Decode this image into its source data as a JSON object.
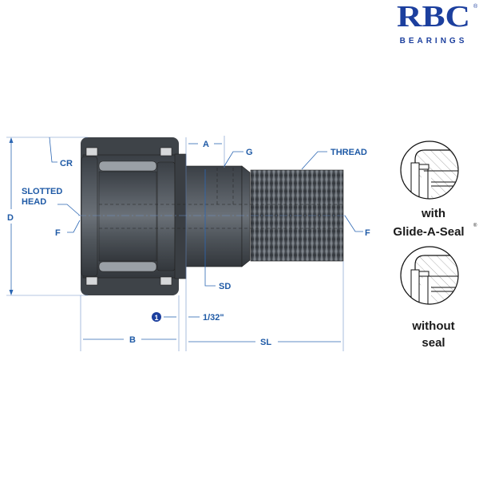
{
  "logo": {
    "text": "RBC",
    "subtext": "BEARINGS",
    "registered": "®",
    "color": "#1c3f9e"
  },
  "colors": {
    "label": "#1f5aa6",
    "part_body": "#4a4f55",
    "part_dark": "#2f3338",
    "part_light": "#8a9097"
  },
  "diagram": {
    "labels": {
      "cr": "CR",
      "slotted_head_1": "SLOTTED",
      "slotted_head_2": "HEAD",
      "f_left": "F",
      "d": "D",
      "a": "A",
      "g": "G",
      "thread": "THREAD",
      "f_right": "F",
      "sd": "SD",
      "note_marker": "1",
      "clearance": "1/32\"",
      "b": "B",
      "sl": "SL"
    }
  },
  "insets": [
    {
      "caption_1": "with",
      "caption_2": "Glide-A-Seal",
      "mark": "®"
    },
    {
      "caption_1": "without",
      "caption_2": "seal"
    }
  ]
}
